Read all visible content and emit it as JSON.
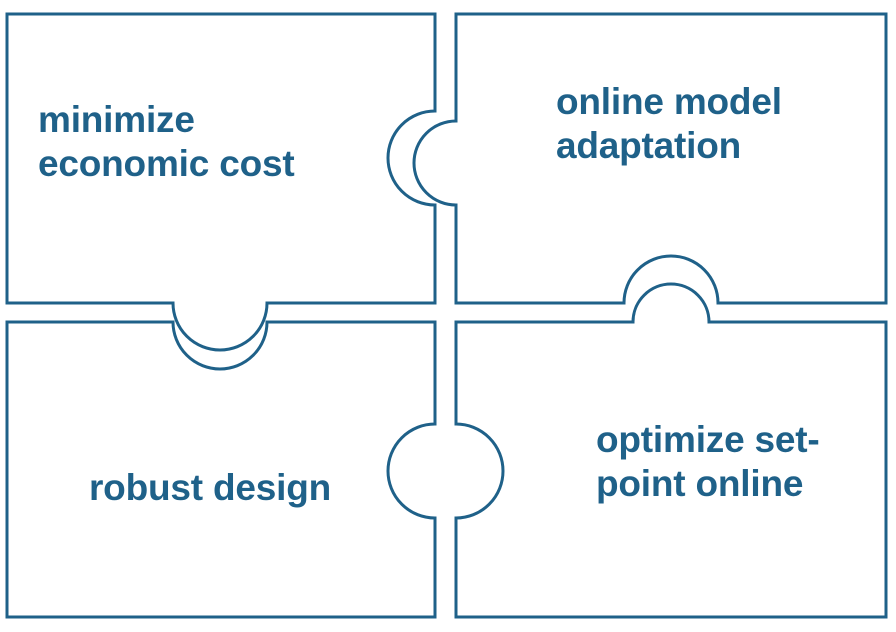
{
  "diagram": {
    "type": "jigsaw-puzzle",
    "title": "",
    "rows": 2,
    "columns": 2,
    "stroke_color": "#1F6189",
    "text_color": "#1F6189",
    "background_color": "#FFFFFF",
    "pieces": [
      {
        "id": "top-left",
        "label": "minimize\neconomic cost",
        "line1": "minimize",
        "line2": "economic cost",
        "position": "top-left",
        "text_align": "left",
        "connectors": {
          "right": "socket",
          "bottom": "tab",
          "top": "flat",
          "left": "flat"
        }
      },
      {
        "id": "top-right",
        "label": "online model\nadaptation",
        "line1": "online model",
        "line2": "adaptation",
        "position": "top-right",
        "text_align": "left",
        "connectors": {
          "left": "tab",
          "bottom": "socket",
          "top": "flat",
          "right": "flat"
        }
      },
      {
        "id": "bottom-left",
        "label": "robust design",
        "line1": "robust design",
        "line2": "",
        "position": "bottom-left",
        "text_align": "center",
        "connectors": {
          "top": "socket",
          "right": "socket",
          "bottom": "flat",
          "left": "flat"
        }
      },
      {
        "id": "bottom-right",
        "label": "optimize set-\npoint online",
        "line1": "optimize set-",
        "line2": "point online",
        "position": "bottom-right",
        "text_align": "left",
        "connectors": {
          "top": "tab",
          "left": "tab",
          "bottom": "flat",
          "right": "flat"
        }
      }
    ]
  }
}
